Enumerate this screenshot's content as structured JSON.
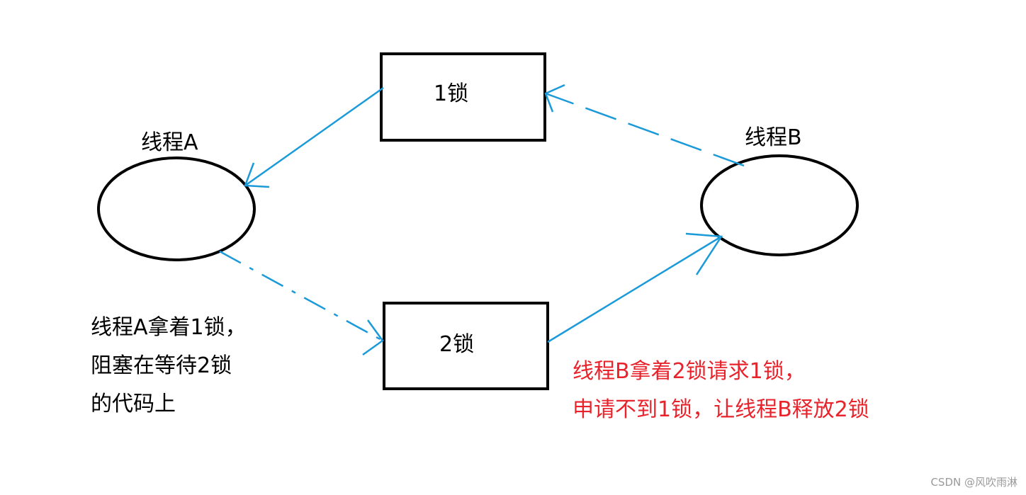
{
  "nodes": {
    "lock1": {
      "label": "1锁"
    },
    "lock2": {
      "label": "2锁"
    },
    "threadA": {
      "label": "线程A"
    },
    "threadB": {
      "label": "线程B"
    }
  },
  "notes": {
    "threadA": {
      "lines": [
        "线程A拿着1锁，",
        "阻塞在等待2锁",
        "的代码上"
      ],
      "color": "#000000"
    },
    "threadB": {
      "lines": [
        "线程B拿着2锁请求1锁，",
        "申请不到1锁，让线程B释放2锁"
      ],
      "color": "#e8232b"
    }
  },
  "colors": {
    "arrow": "#1b9ad9",
    "outline": "#000000"
  },
  "watermark": "CSDN @风吹雨淋"
}
